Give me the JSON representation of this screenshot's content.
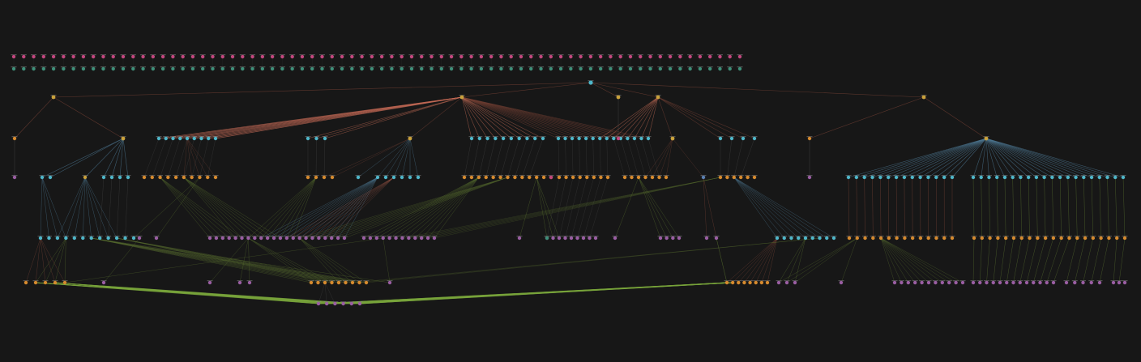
{
  "diagram": {
    "type": "layered-node-graph",
    "background": "#171717",
    "node_colors": {
      "pink": "#c2477e",
      "teal": "#3e8f79",
      "gold": "#c9a13c",
      "orange": "#d68a2e",
      "cyan": "#4eb6c9",
      "purple": "#9a5ea3",
      "blue": "#5a7fb0"
    },
    "edge_colors": {
      "brown": "#7a4336",
      "salmon": "#c36a55",
      "steel": "#4d7893",
      "olive": "#59702f",
      "olive_bright": "#78a33b",
      "dim": "#3d3d3d"
    },
    "node_counts": {
      "band_top_pink": 74,
      "band_top_teal": 74,
      "total_levels": 7
    }
  }
}
